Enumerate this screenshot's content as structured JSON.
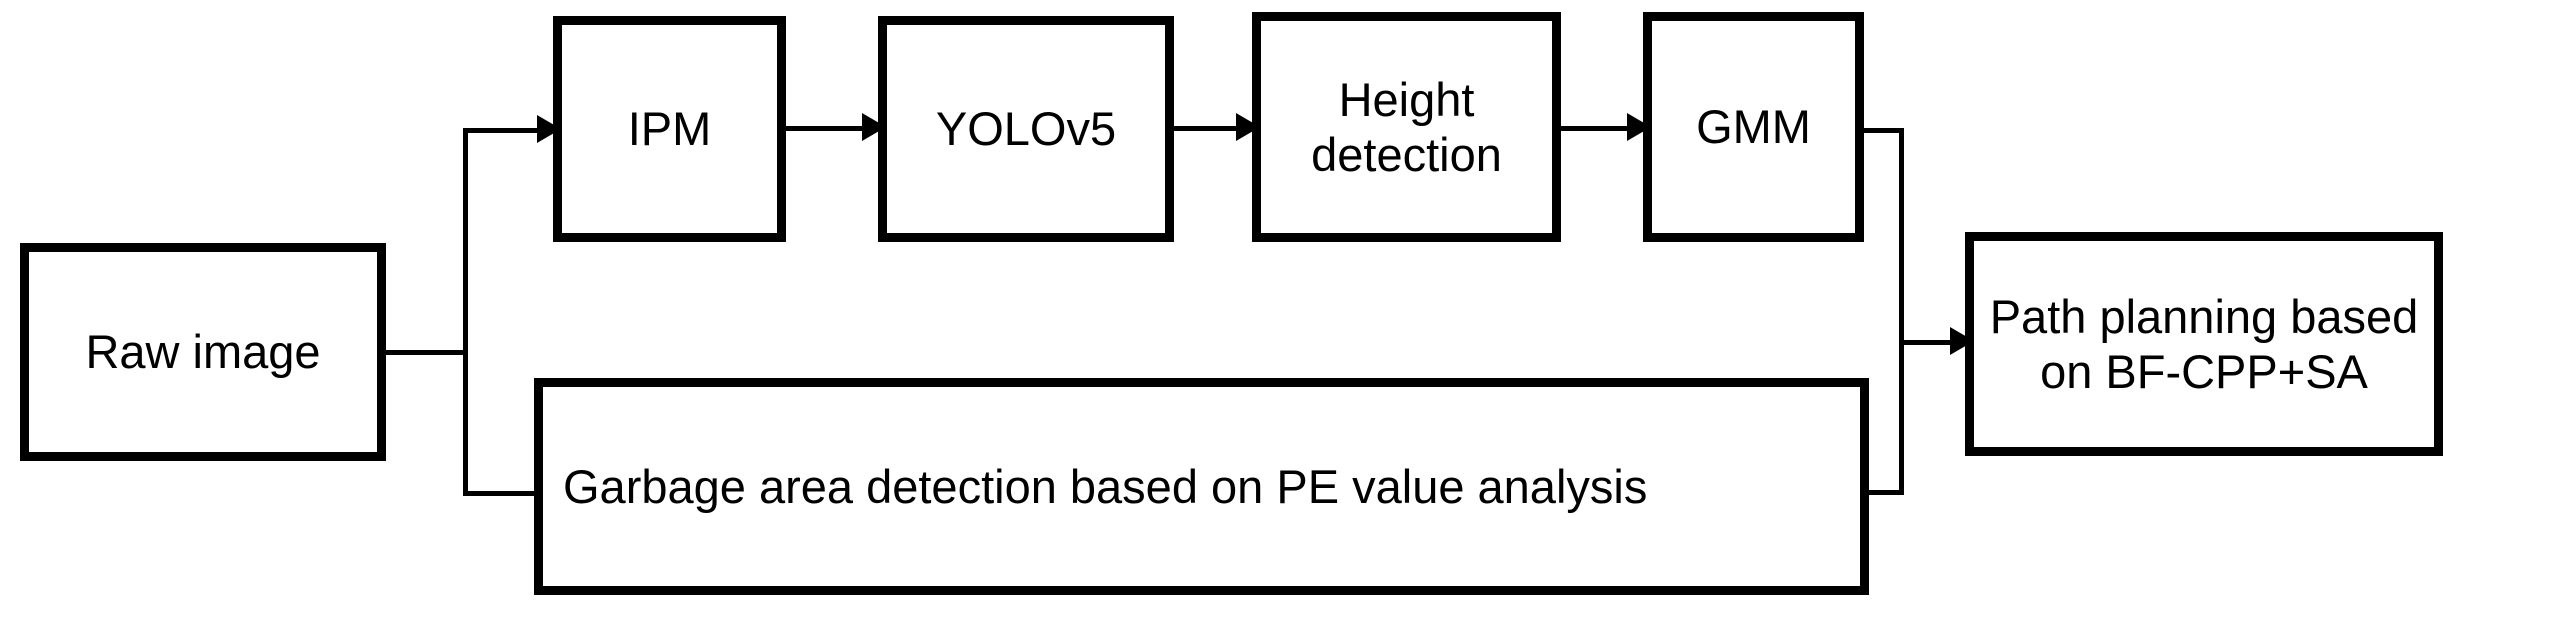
{
  "diagram": {
    "title": "Garbage detection and path planning pipeline",
    "type": "flowchart",
    "background_color": "#ffffff",
    "stroke_color": "#000000",
    "text_color": "#000000",
    "nodes": [
      {
        "id": "raw-image",
        "label": "Raw image"
      },
      {
        "id": "ipm",
        "label": "IPM"
      },
      {
        "id": "yolov5",
        "label": "YOLOv5"
      },
      {
        "id": "height-detection",
        "label": "Height\ndetection"
      },
      {
        "id": "gmm",
        "label": "GMM"
      },
      {
        "id": "garbage-area",
        "label": "Garbage area detection based on PE value analysis"
      },
      {
        "id": "path-planning",
        "label": "Path planning based\non BF-CPP+SA"
      }
    ],
    "edges": [
      {
        "from": "raw-image",
        "to": "ipm",
        "style": "orthogonal-arrow"
      },
      {
        "from": "raw-image",
        "to": "garbage-area",
        "style": "orthogonal-arrow"
      },
      {
        "from": "ipm",
        "to": "yolov5",
        "style": "straight-arrow"
      },
      {
        "from": "yolov5",
        "to": "height-detection",
        "style": "straight-arrow"
      },
      {
        "from": "height-detection",
        "to": "gmm",
        "style": "straight-arrow"
      },
      {
        "from": "gmm",
        "to": "path-planning",
        "style": "orthogonal-arrow"
      },
      {
        "from": "garbage-area",
        "to": "path-planning",
        "style": "orthogonal-arrow"
      }
    ]
  }
}
